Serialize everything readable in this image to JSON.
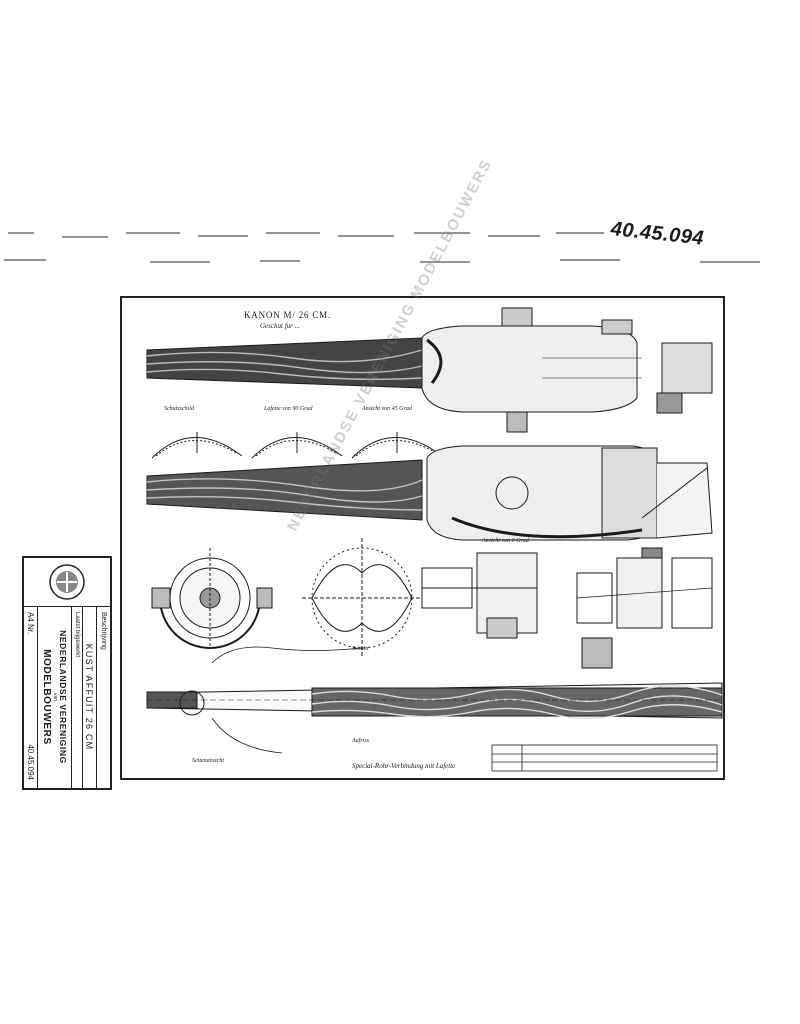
{
  "document_number": "40.45.094",
  "drawing": {
    "title": "KANON M/ 26 CM.",
    "subtitle": "Geschut fur ...",
    "captions": [
      "Schutzschild",
      "Lafette von 90 Grad",
      "Ansicht von 45 Grad",
      "Ansicht von 0 Grad",
      "Schnitt",
      "Aufriss",
      "Seitenansicht"
    ],
    "footnote": "Special-Rohr-Verbindung mit Lafette",
    "watermark": "NEDERLANDSE VERENIGING MODELBOUWERS"
  },
  "title_block": {
    "header_label": "Beschrijving",
    "name": "KUST AFFUIT 26 CM",
    "subheader": "Laatst bijgewerkt",
    "org_line1": "NEDERLANDSE VERENIGING",
    "org_line2": "van",
    "org_line3": "MODELBOUWERS",
    "sheet_label": "A4 Nr.",
    "sheet_number": "40.45.094"
  }
}
